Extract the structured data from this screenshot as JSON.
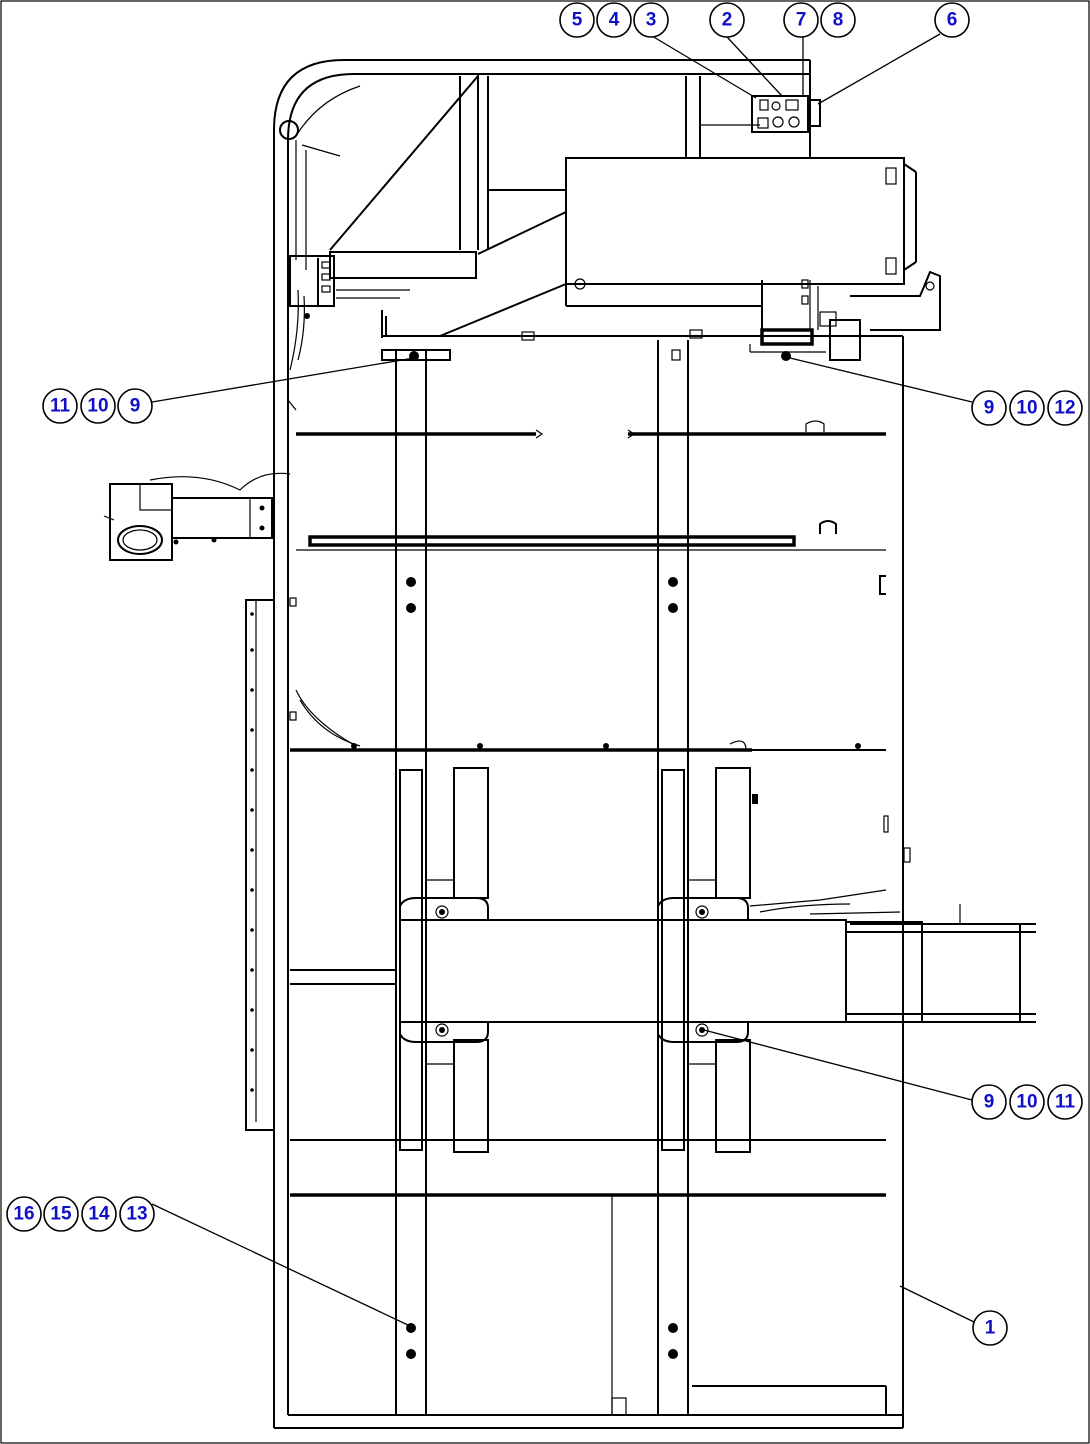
{
  "callouts": {
    "c_top_5": "5",
    "c_top_4": "4",
    "c_top_3": "3",
    "c_top_2": "2",
    "c_top_7": "7",
    "c_top_8": "8",
    "c_top_6": "6",
    "c_left_11": "11",
    "c_left_10": "10",
    "c_left_9": "9",
    "c_right_9": "9",
    "c_right_10": "10",
    "c_right_12": "12",
    "c_mid_9": "9",
    "c_mid_10": "10",
    "c_mid_11": "11",
    "c_bot_16": "16",
    "c_bot_15": "15",
    "c_bot_14": "14",
    "c_bot_13": "13",
    "c_one": "1"
  },
  "colors": {
    "callout_text": "#1010c8",
    "line": "#000000",
    "background": "#ffffff"
  }
}
